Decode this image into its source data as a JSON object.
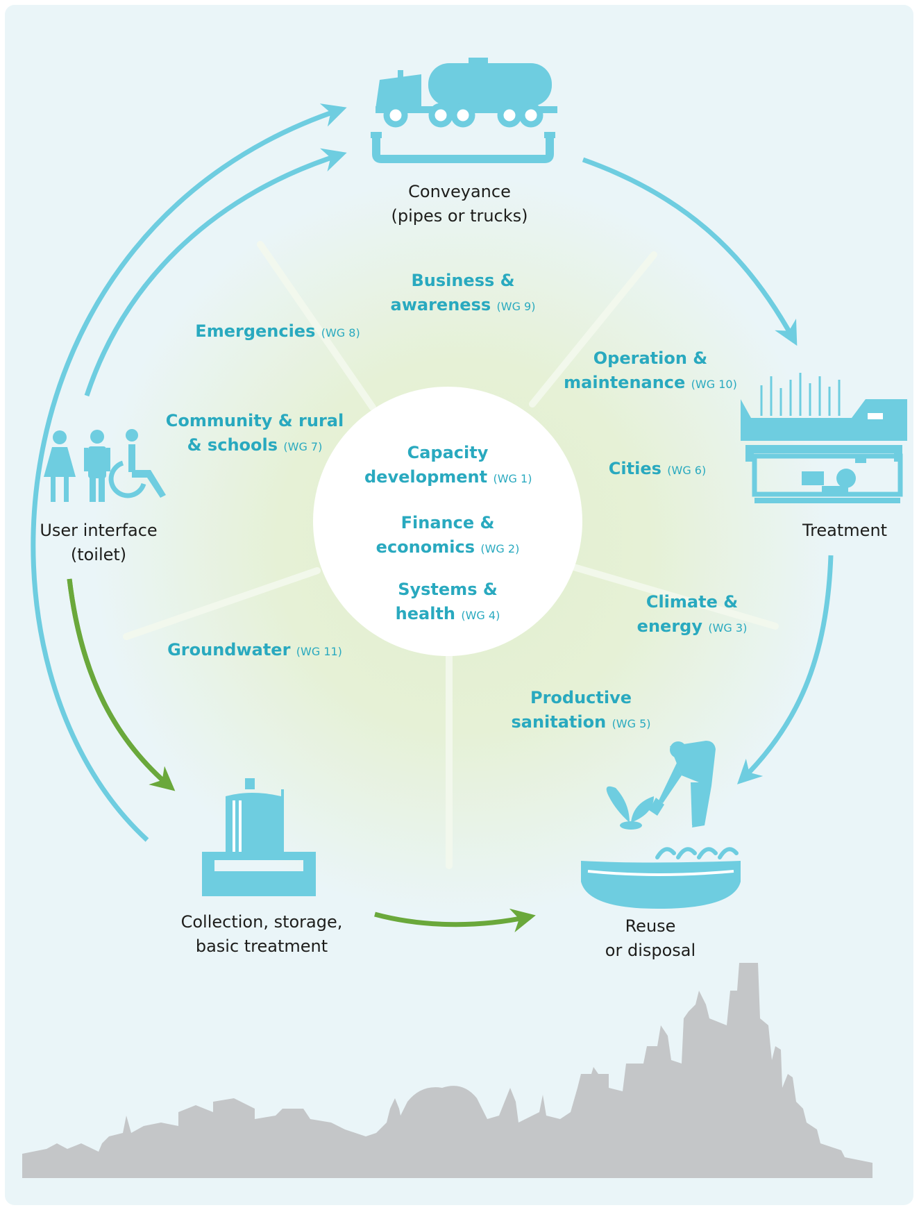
{
  "colors": {
    "blue": "#6ecde0",
    "green": "#6aa83b",
    "label_blue": "#29a9bf",
    "skyline": "#c4c6c8",
    "background": "#eaf5f8"
  },
  "stages": {
    "conveyance": {
      "line1": "Conveyance",
      "line2": "(pipes or trucks)",
      "icon": "tanker-truck-icon"
    },
    "treatment": {
      "line1": "Treatment",
      "icon": "treatment-plant-icon"
    },
    "reuse": {
      "line1": "Reuse",
      "line2": "or disposal",
      "icon": "farmer-planting-icon"
    },
    "collection": {
      "line1": "Collection, storage,",
      "line2": "basic treatment",
      "icon": "storage-tank-icon"
    },
    "user_interface": {
      "line1": "User interface",
      "line2": "(toilet)",
      "icon": "toilet-users-icon"
    }
  },
  "working_groups": {
    "business": {
      "line1": "Business &",
      "line2": "awareness",
      "tag": "(WG 9)"
    },
    "emergencies": {
      "line1": "Emergencies",
      "tag": "(WG 8)"
    },
    "operation": {
      "line1": "Operation &",
      "line2": "maintenance",
      "tag": "(WG 10)"
    },
    "community": {
      "line1": "Community & rural",
      "line2": "& schools",
      "tag": "(WG 7)"
    },
    "cities": {
      "line1": "Cities",
      "tag": "(WG 6)"
    },
    "groundwater": {
      "line1": "Groundwater",
      "tag": "(WG 11)"
    },
    "climate": {
      "line1": "Climate &",
      "line2": "energy",
      "tag": "(WG 3)"
    },
    "productive": {
      "line1": "Productive",
      "line2": "sanitation",
      "tag": "(WG 5)"
    }
  },
  "center": {
    "capacity": {
      "line1": "Capacity",
      "line2": "development",
      "tag": "(WG 1)"
    },
    "finance": {
      "line1": "Finance &",
      "line2": "economics",
      "tag": "(WG 2)"
    },
    "systems": {
      "line1": "Systems &",
      "line2": "health",
      "tag": "(WG 4)"
    }
  },
  "decor": {
    "skyline": "city-skyline-icon"
  }
}
